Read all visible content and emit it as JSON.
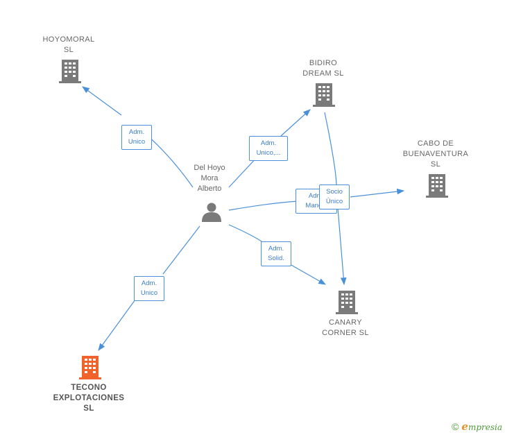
{
  "nodes": {
    "person": {
      "lines": [
        "Del Hoyo",
        "Mora",
        "Alberto"
      ]
    },
    "hoyomoral": {
      "lines": [
        "HOYOMORAL",
        "SL"
      ]
    },
    "bidiro": {
      "lines": [
        "BIDIRO",
        "DREAM  SL"
      ]
    },
    "cabo": {
      "lines": [
        "CABO DE",
        "BUENAVENTURA",
        "SL"
      ]
    },
    "canary": {
      "lines": [
        "CANARY",
        "CORNER  SL"
      ]
    },
    "tecono": {
      "lines": [
        "TECONO",
        "EXPLOTACIONES",
        "SL"
      ]
    }
  },
  "edges": {
    "to_hoyomoral": [
      "Adm.",
      "Unico"
    ],
    "to_bidiro": [
      "Adm.",
      "Unico,..."
    ],
    "to_cabo": [
      "Adm.",
      "Manc..."
    ],
    "to_canary": [
      "Adm.",
      "Solid."
    ],
    "to_tecono": [
      "Adm.",
      "Unico"
    ],
    "bidiro_socio": [
      "Socio",
      "Único"
    ]
  },
  "colors": {
    "company_icon": "#7a7a7a",
    "highlight_icon": "#f0632a",
    "person_icon": "#7a7a7a",
    "edge": "#4a90d9"
  },
  "icons": {
    "person": "person-icon",
    "company": "building-icon"
  },
  "footer": {
    "copyright": "©",
    "brand_first": "e",
    "brand_rest": "mpresia"
  }
}
